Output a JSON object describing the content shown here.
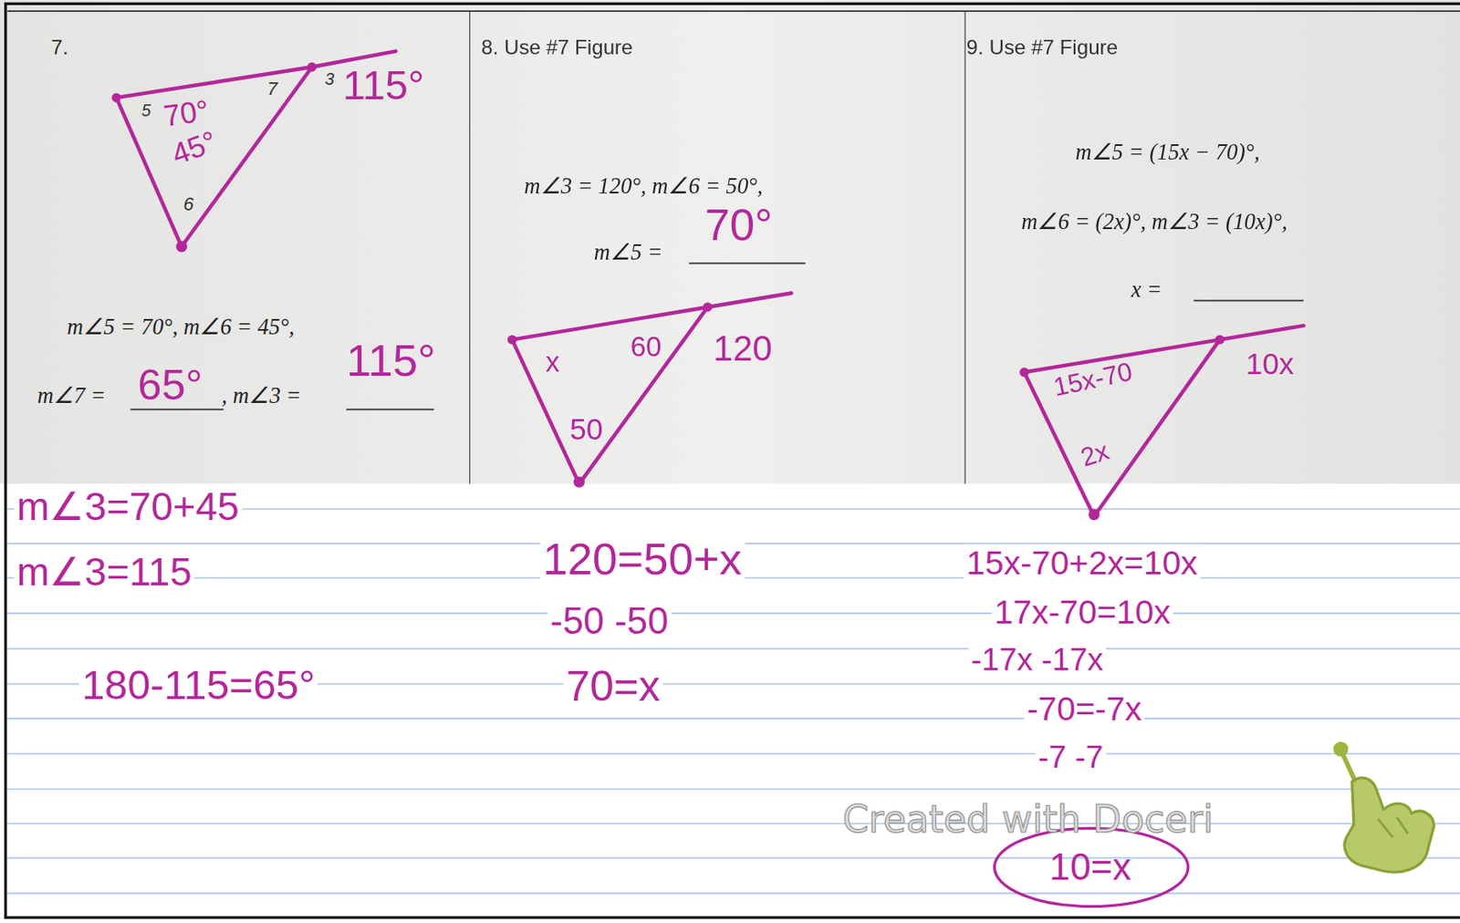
{
  "diagram": {
    "nodes": [
      {
        "text": [
          "7."
        ]
      },
      {
        "text": [
          "8. Use #7 Figure"
        ]
      },
      {
        "text": [
          "9. Use #7 Figure"
        ]
      }
    ],
    "labels": [
      "5",
      "70°",
      "7",
      "3",
      "115°",
      "45°",
      "6",
      "m∠5 = 70°,  m∠6 = 45°,",
      "m∠7 =",
      "65°",
      ", m∠3 =",
      "115°",
      "m∠3 = 120°,   m∠6 = 50°,",
      "m∠5 =",
      "70°",
      "x",
      "60",
      "120",
      "50",
      "m∠5 = (15x − 70)°,",
      "m∠6 = (2x)°,   m∠3 = (10x)°,",
      "x =",
      "15x-70",
      "10x",
      "2x",
      "m∠3=70+45",
      "m∠3=115",
      "180-115=65°",
      "120=50+x",
      "-50 -50",
      "70=x",
      "15x-70+2x=10x",
      "17x-70=10x",
      "-17x   -17x",
      "-70=-7x",
      "-7  -7",
      "10=x",
      "Created with Doceri"
    ]
  }
}
